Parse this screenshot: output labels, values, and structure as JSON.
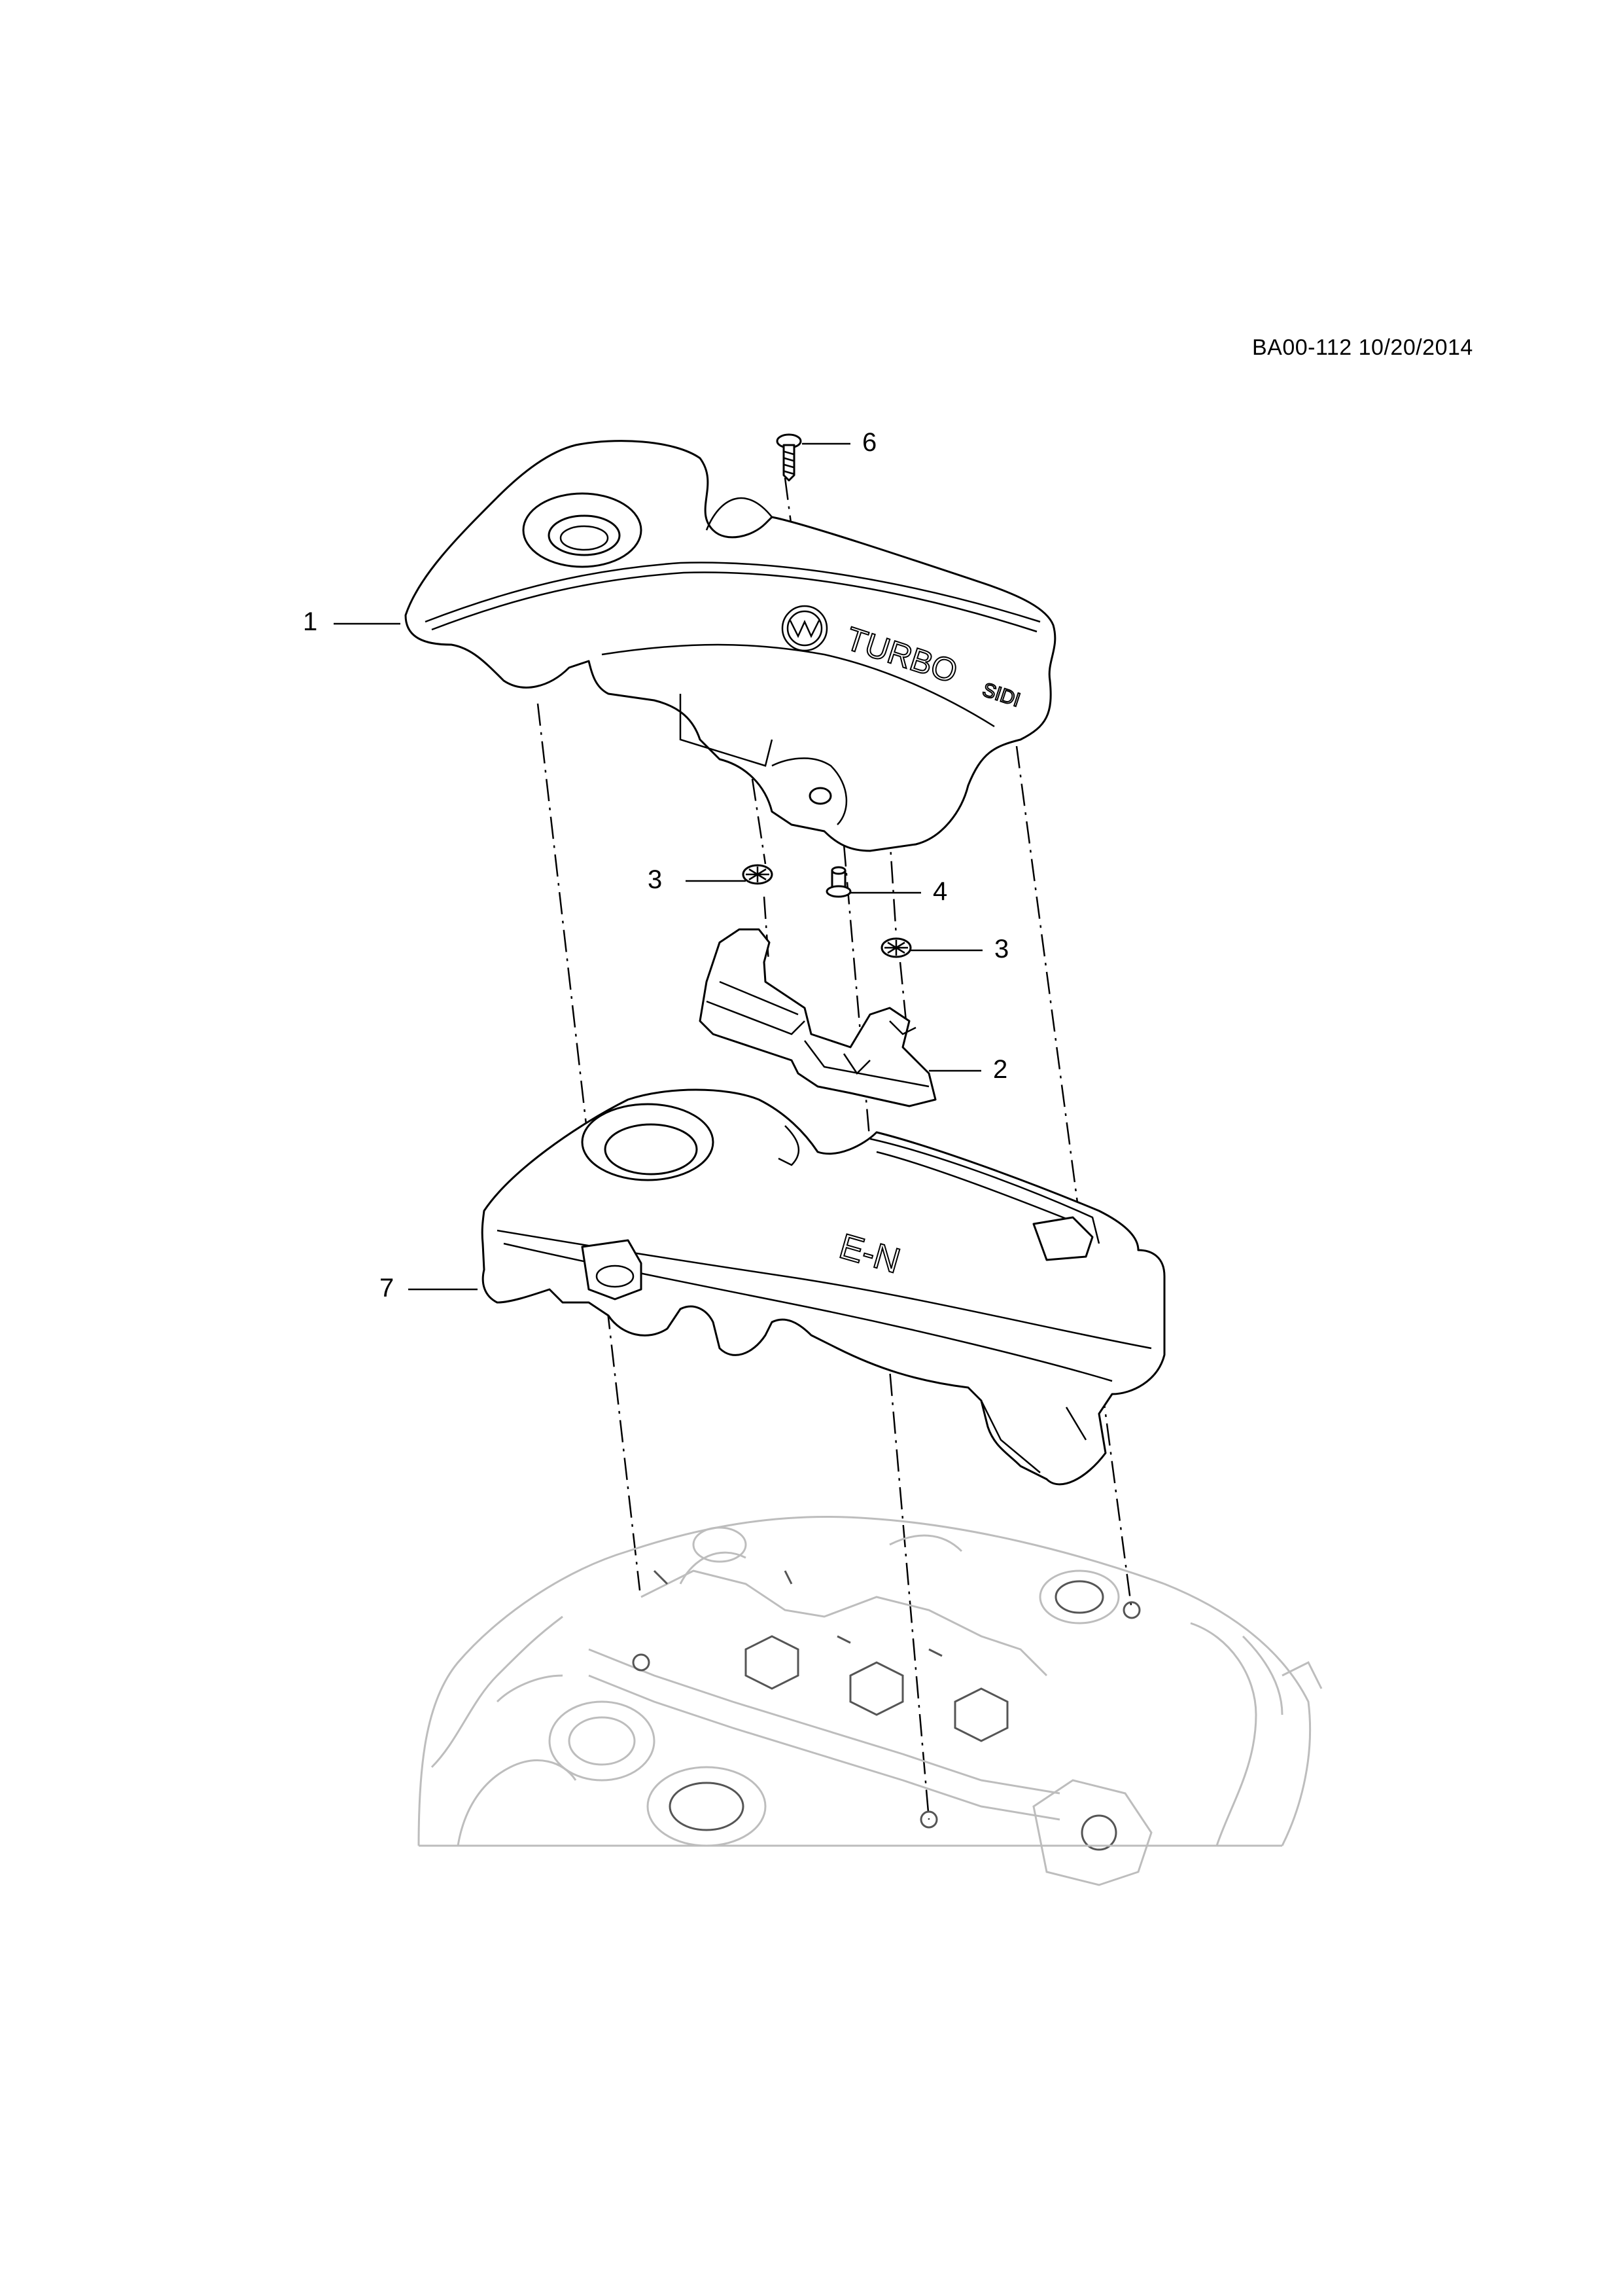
{
  "header": {
    "reference_code": "BA00-112 10/20/2014"
  },
  "callouts": [
    {
      "id": "1",
      "label": "1"
    },
    {
      "id": "2",
      "label": "2"
    },
    {
      "id": "3a",
      "label": "3"
    },
    {
      "id": "3b",
      "label": "3"
    },
    {
      "id": "4",
      "label": "4"
    },
    {
      "id": "6",
      "label": "6"
    },
    {
      "id": "7",
      "label": "7"
    }
  ],
  "embossed_text": {
    "upper_cover": "TURBO",
    "upper_cover_suffix": "SIDI",
    "lower_cover": "E-N"
  }
}
